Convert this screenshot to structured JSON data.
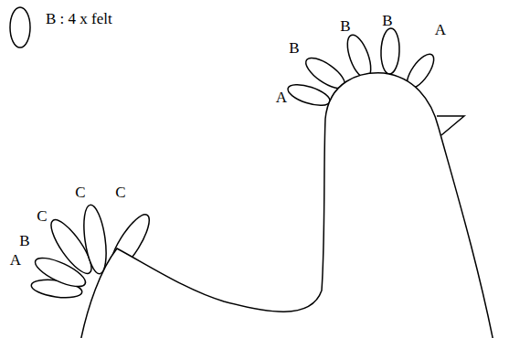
{
  "diagram": {
    "labels": [
      "A",
      "B",
      "B",
      "B",
      "A",
      "C",
      "C",
      "C",
      "B",
      "A"
    ],
    "legend": [
      {
        "text": "B : 4 x felt"
      }
    ]
  }
}
